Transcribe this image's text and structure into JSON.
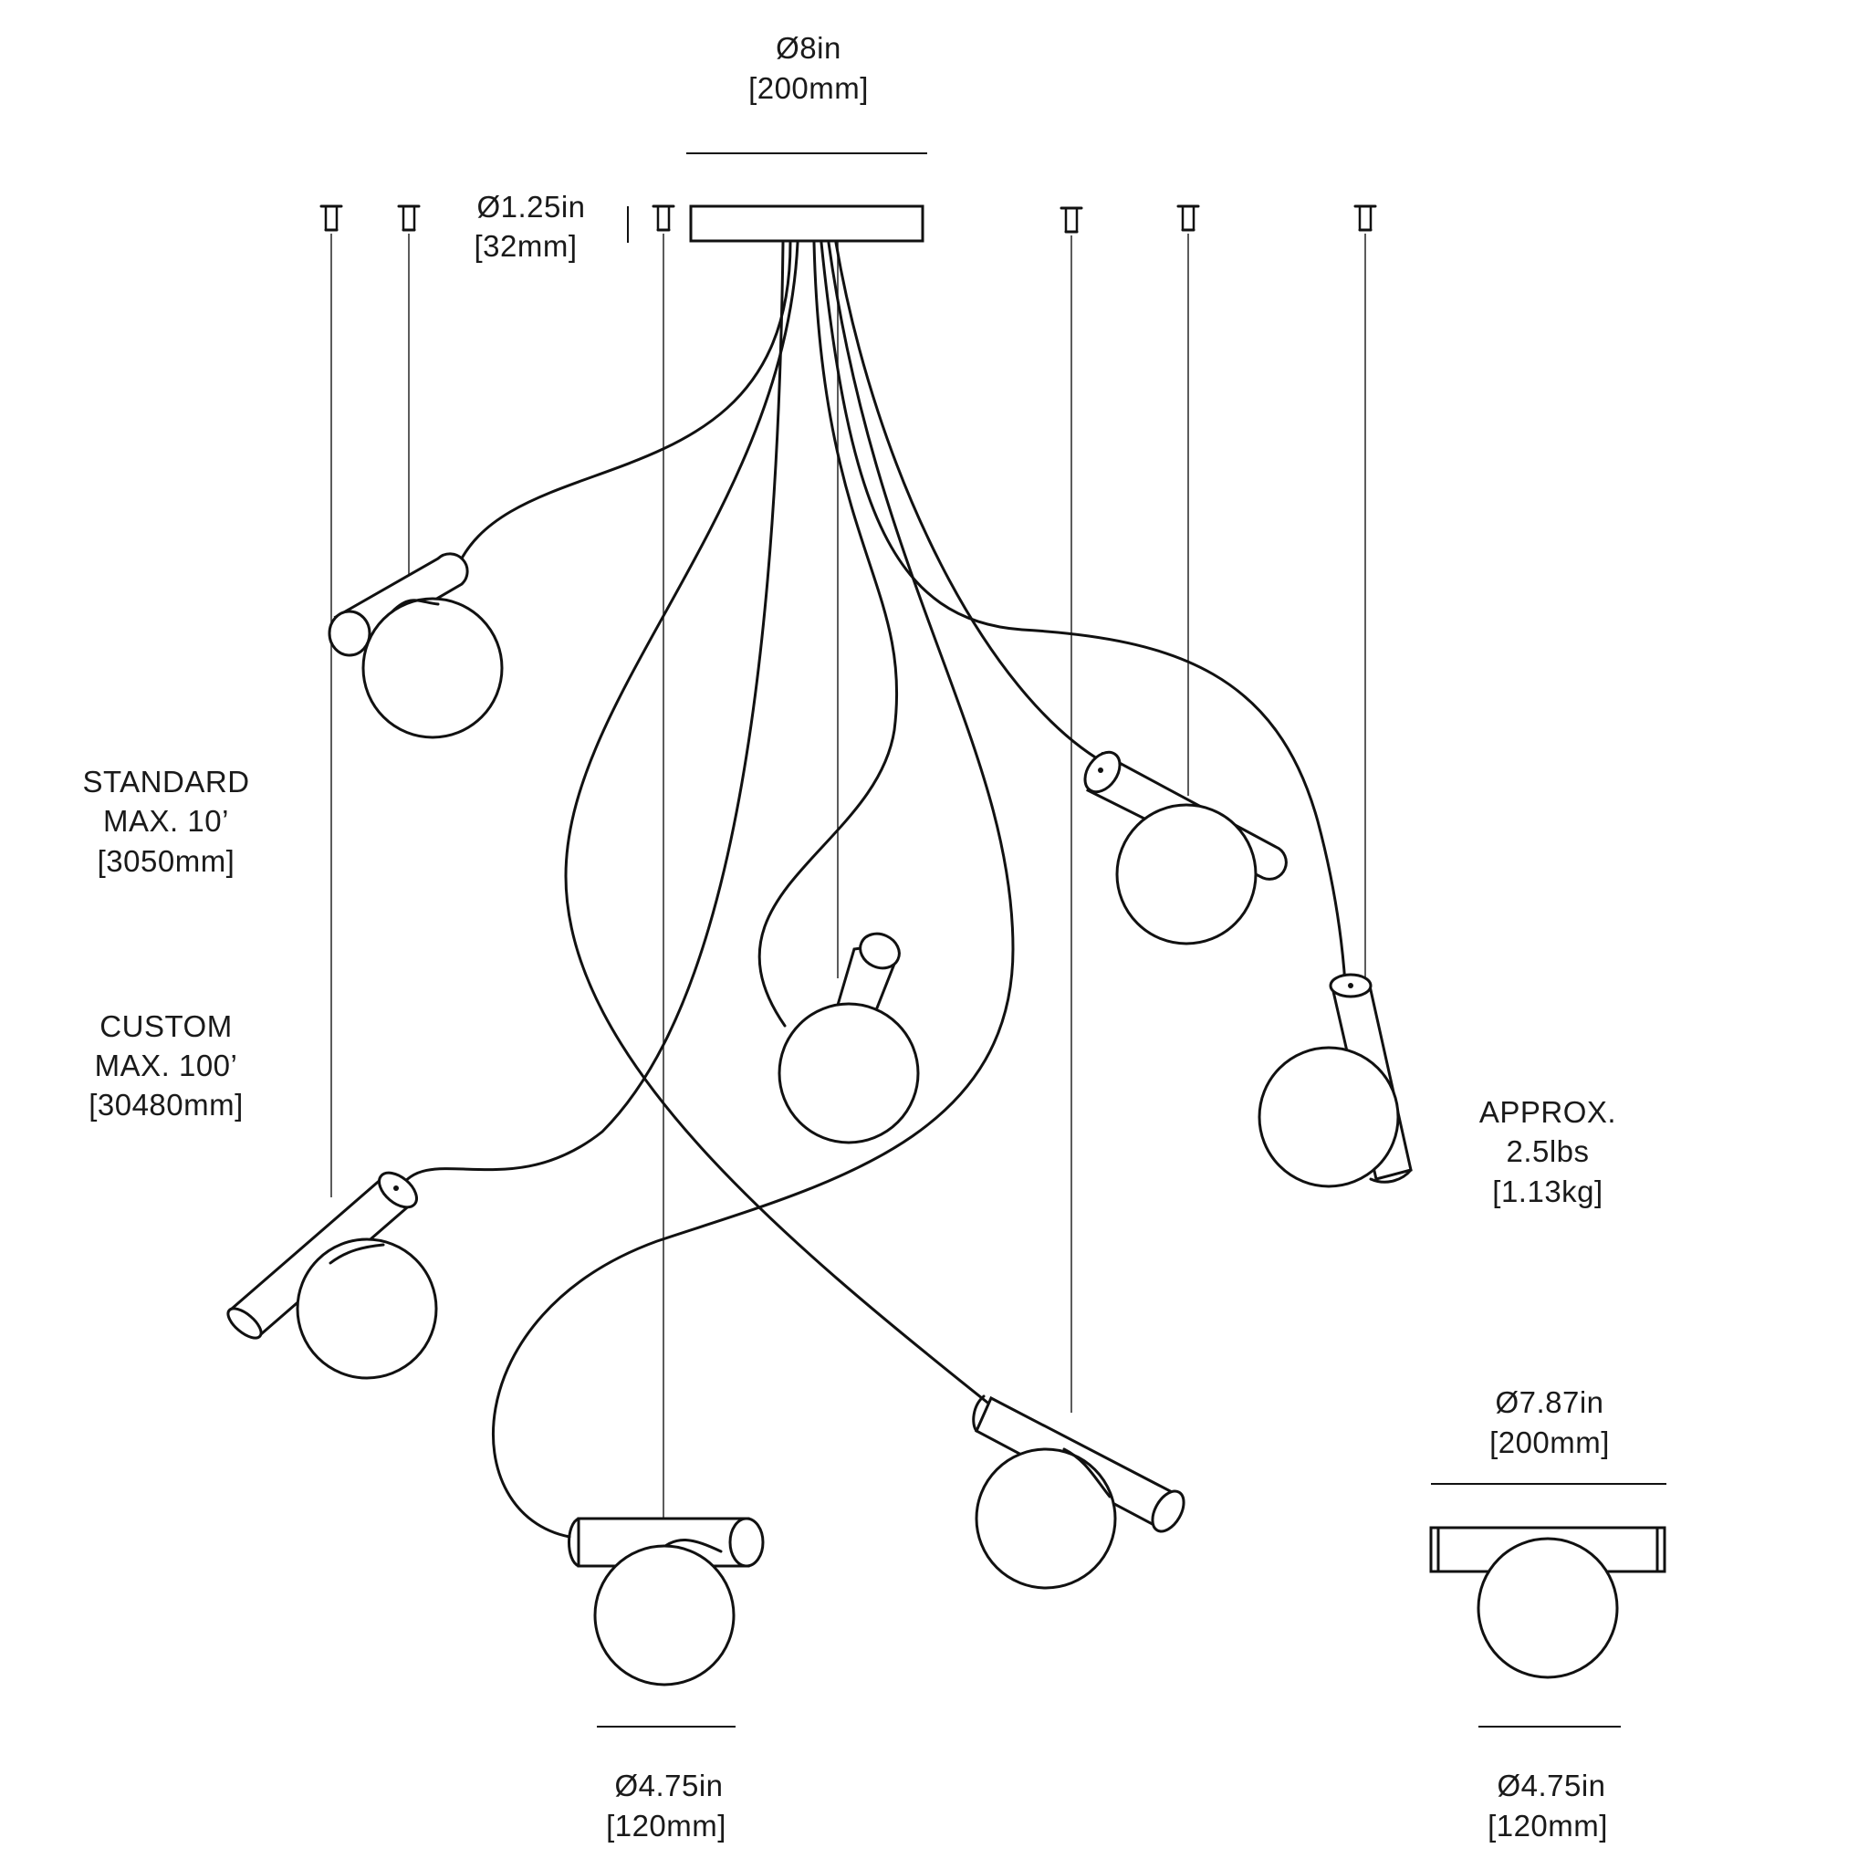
{
  "dimensions": {
    "canopy_diameter": {
      "imperial": "Ø8in",
      "metric": "[200mm]"
    },
    "canopy_height": {
      "imperial": "Ø1.25in",
      "metric": "[32mm]"
    },
    "standard_length": {
      "line1": "STANDARD",
      "line2": "MAX. 10’",
      "metric": "[3050mm]"
    },
    "custom_length": {
      "line1": "CUSTOM",
      "line2": "MAX. 100’",
      "metric": "[30480mm]"
    },
    "weight": {
      "line1": "APPROX.",
      "line2": "2.5lbs",
      "metric": "[1.13kg]"
    },
    "fixture_width": {
      "imperial": "Ø7.87in",
      "metric": "[200mm]"
    },
    "globe_diameter_main": {
      "imperial": "Ø4.75in",
      "metric": "[120mm]"
    },
    "globe_diameter_detail": {
      "imperial": "Ø4.75in",
      "metric": "[120mm]"
    }
  },
  "colors": {
    "line": "#111111",
    "background": "#ffffff"
  }
}
